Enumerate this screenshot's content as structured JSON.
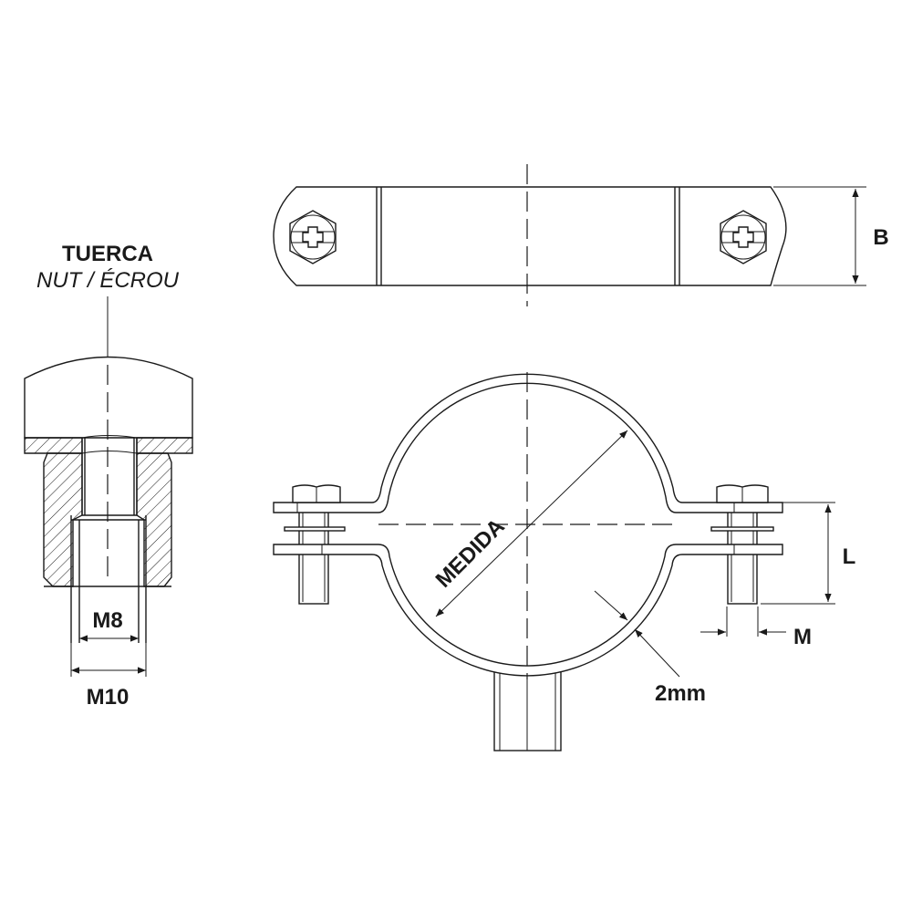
{
  "labels": {
    "nut_title": "TUERCA",
    "nut_subtitle": "NUT / ÉCROU",
    "m8": "M8",
    "m10": "M10",
    "medida": "MEDIDA",
    "b": "B",
    "l": "L",
    "m": "M",
    "thickness": "2mm"
  },
  "colors": {
    "line": "#1a1a1a",
    "background": "#ffffff"
  }
}
